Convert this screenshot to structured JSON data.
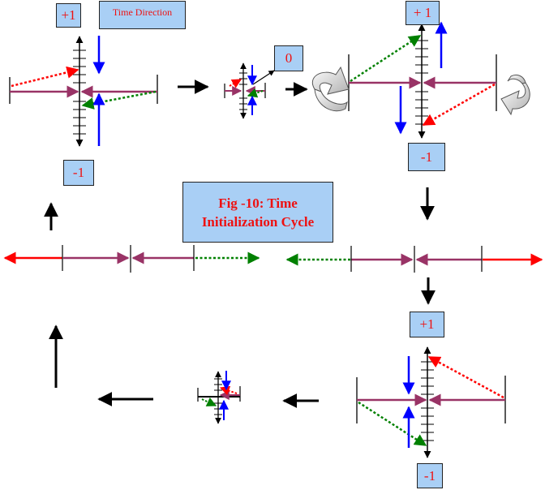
{
  "title": "Fig -10: Time Initialization Cycle",
  "time_direction": "Time Direction",
  "labels": {
    "tl_plus": "+1",
    "tl_minus": "-1",
    "center_zero": "0",
    "tr_plus": "+ 1",
    "tr_minus": "-1",
    "br_plus": "+1",
    "br_minus": "-1"
  },
  "colors": {
    "purple": "#993366",
    "red": "#ff0000",
    "green": "#008000",
    "blue": "#0000ff",
    "black": "#000000",
    "box_fill": "#a9cff5",
    "box_text": "#ee1111"
  }
}
